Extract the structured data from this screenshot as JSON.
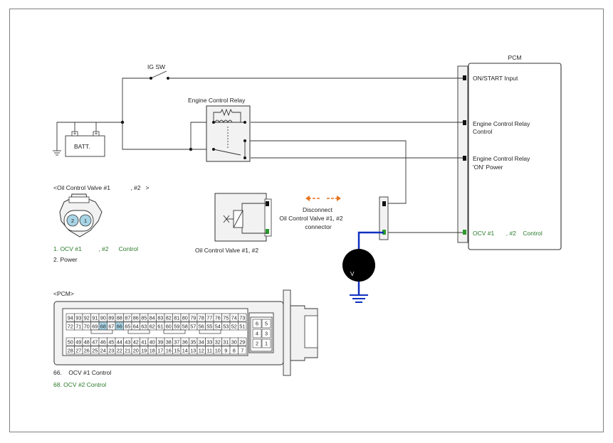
{
  "diagram": {
    "ig_sw": "IG SW",
    "batt": "BATT.",
    "batt_plus": "+",
    "relay_title": "Engine Control Relay",
    "pcm_title": "PCM",
    "pcm_pins": {
      "on_start": "ON/START Input",
      "ecr_control_1": "Engine Control Relay",
      "ecr_control_2": "Control",
      "ecr_on_1": "Engine Control Relay",
      "ecr_on_2": "'ON' Power",
      "ocv": "OCV #1       , #2    Control"
    },
    "ocv_title": "<Oil Control Valve #1            , #2   >",
    "ocv_pin2": "2",
    "ocv_pin1": "1",
    "ocv_label_1": "1. OCV #1          , #2      Control",
    "ocv_label_2": "2. Power",
    "valve_caption": "Oil Control Valve #1, #2",
    "disconnect_1": "Disconnect",
    "disconnect_2": "Oil Control Valve #1, #2",
    "disconnect_3": "connector",
    "meter": "V",
    "pcm_conn_title": "<PCM>",
    "pin_66": "66.    OCV #1 Control",
    "pin_68": "68. OCV #2 Control",
    "conn_left_rows": [
      [
        "94",
        "93",
        "92",
        "91",
        "90",
        "89",
        "88",
        "87",
        "86",
        "85",
        "84",
        "83",
        "82",
        "81",
        "80",
        "79",
        "78",
        "77",
        "76",
        "75",
        "74",
        "73"
      ],
      [
        "72",
        "71",
        "70",
        "69",
        "68",
        "67",
        "66",
        "65",
        "64",
        "63",
        "62",
        "61",
        "60",
        "59",
        "58",
        "57",
        "56",
        "55",
        "54",
        "53",
        "52",
        "51"
      ],
      [
        "50",
        "49",
        "48",
        "47",
        "46",
        "45",
        "44",
        "43",
        "42",
        "41",
        "40",
        "39",
        "38",
        "37",
        "36",
        "35",
        "34",
        "33",
        "32",
        "31",
        "30",
        "29"
      ],
      [
        "28",
        "27",
        "26",
        "25",
        "24",
        "23",
        "22",
        "21",
        "20",
        "19",
        "18",
        "17",
        "16",
        "15",
        "14",
        "13",
        "12",
        "11",
        "10",
        "9",
        "8",
        "7"
      ]
    ],
    "conn_right_pins": [
      "6",
      "5",
      "4",
      "3",
      "2",
      "1"
    ],
    "colors": {
      "wire": "#333333",
      "probe": "#1030c0",
      "arrow": "#e8731e",
      "green": "#2b7a2b",
      "highlight": "#a8d4e6"
    }
  }
}
